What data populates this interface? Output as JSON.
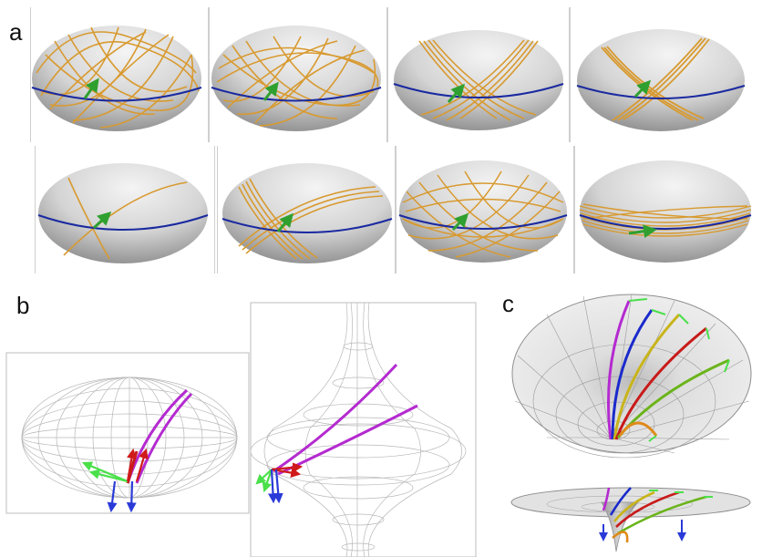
{
  "labels": {
    "a": "a",
    "b": "b",
    "c": "c"
  },
  "colors": {
    "geodesic_orange": "#d89a30",
    "equator_blue": "#1a2aa0",
    "vector_green": "#2fa02f",
    "path_magenta": "#b42ad0",
    "path_blue": "#1a2acc",
    "path_red": "#c81a1a",
    "path_yellow": "#c8b41a",
    "path_green": "#6ab41a",
    "path_orange": "#e08a1a",
    "mesh_gray": "#b8b8b8"
  },
  "panel_a": {
    "description_count": 8,
    "geodesic_styles": [
      "dense-lattice",
      "dense-lattice",
      "fan",
      "cross",
      "cross",
      "band-cross",
      "lattice",
      "equatorial-band"
    ]
  }
}
